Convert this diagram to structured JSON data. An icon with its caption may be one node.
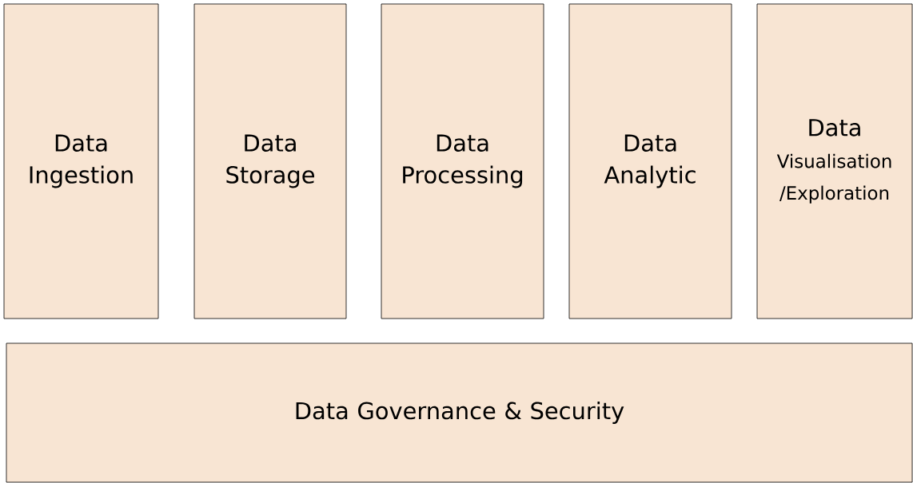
{
  "diagram": {
    "nodes": [
      {
        "text": [
          "Data Ingestion"
        ]
      },
      {
        "text": [
          "Data Storage"
        ]
      },
      {
        "text": [
          "Data Processing"
        ]
      },
      {
        "text": [
          "Data Analytic"
        ]
      },
      {
        "text": [
          "Data",
          "Visualisation /Exploration"
        ]
      },
      {
        "text": [
          "Data Governance & Security"
        ]
      }
    ]
  }
}
